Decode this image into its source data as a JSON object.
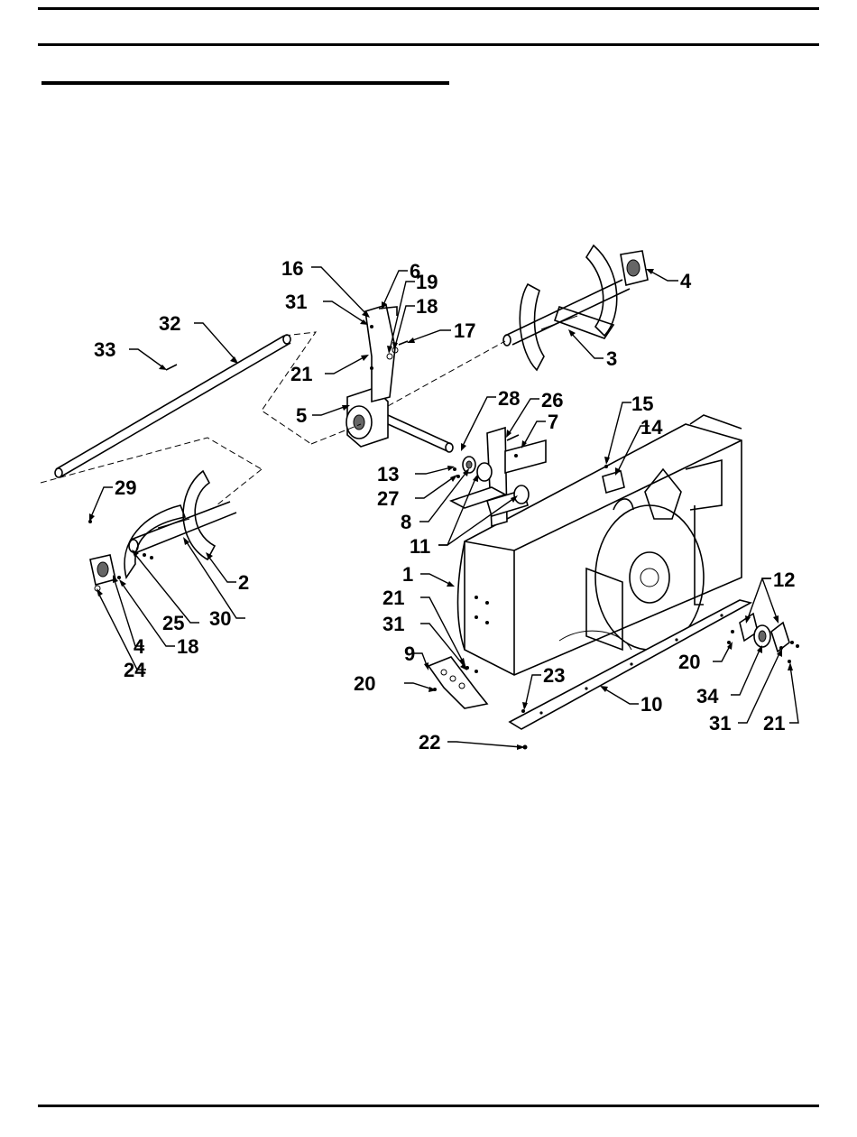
{
  "callouts": [
    "16",
    "6",
    "19",
    "18",
    "17",
    "31",
    "4",
    "32",
    "33",
    "3",
    "21",
    "5",
    "28",
    "26",
    "15",
    "7",
    "14",
    "13",
    "27",
    "29",
    "8",
    "11",
    "2",
    "1",
    "12",
    "21",
    "25",
    "30",
    "31",
    "4",
    "18",
    "20",
    "24",
    "9",
    "23",
    "20",
    "10",
    "34",
    "31",
    "21",
    "22"
  ]
}
